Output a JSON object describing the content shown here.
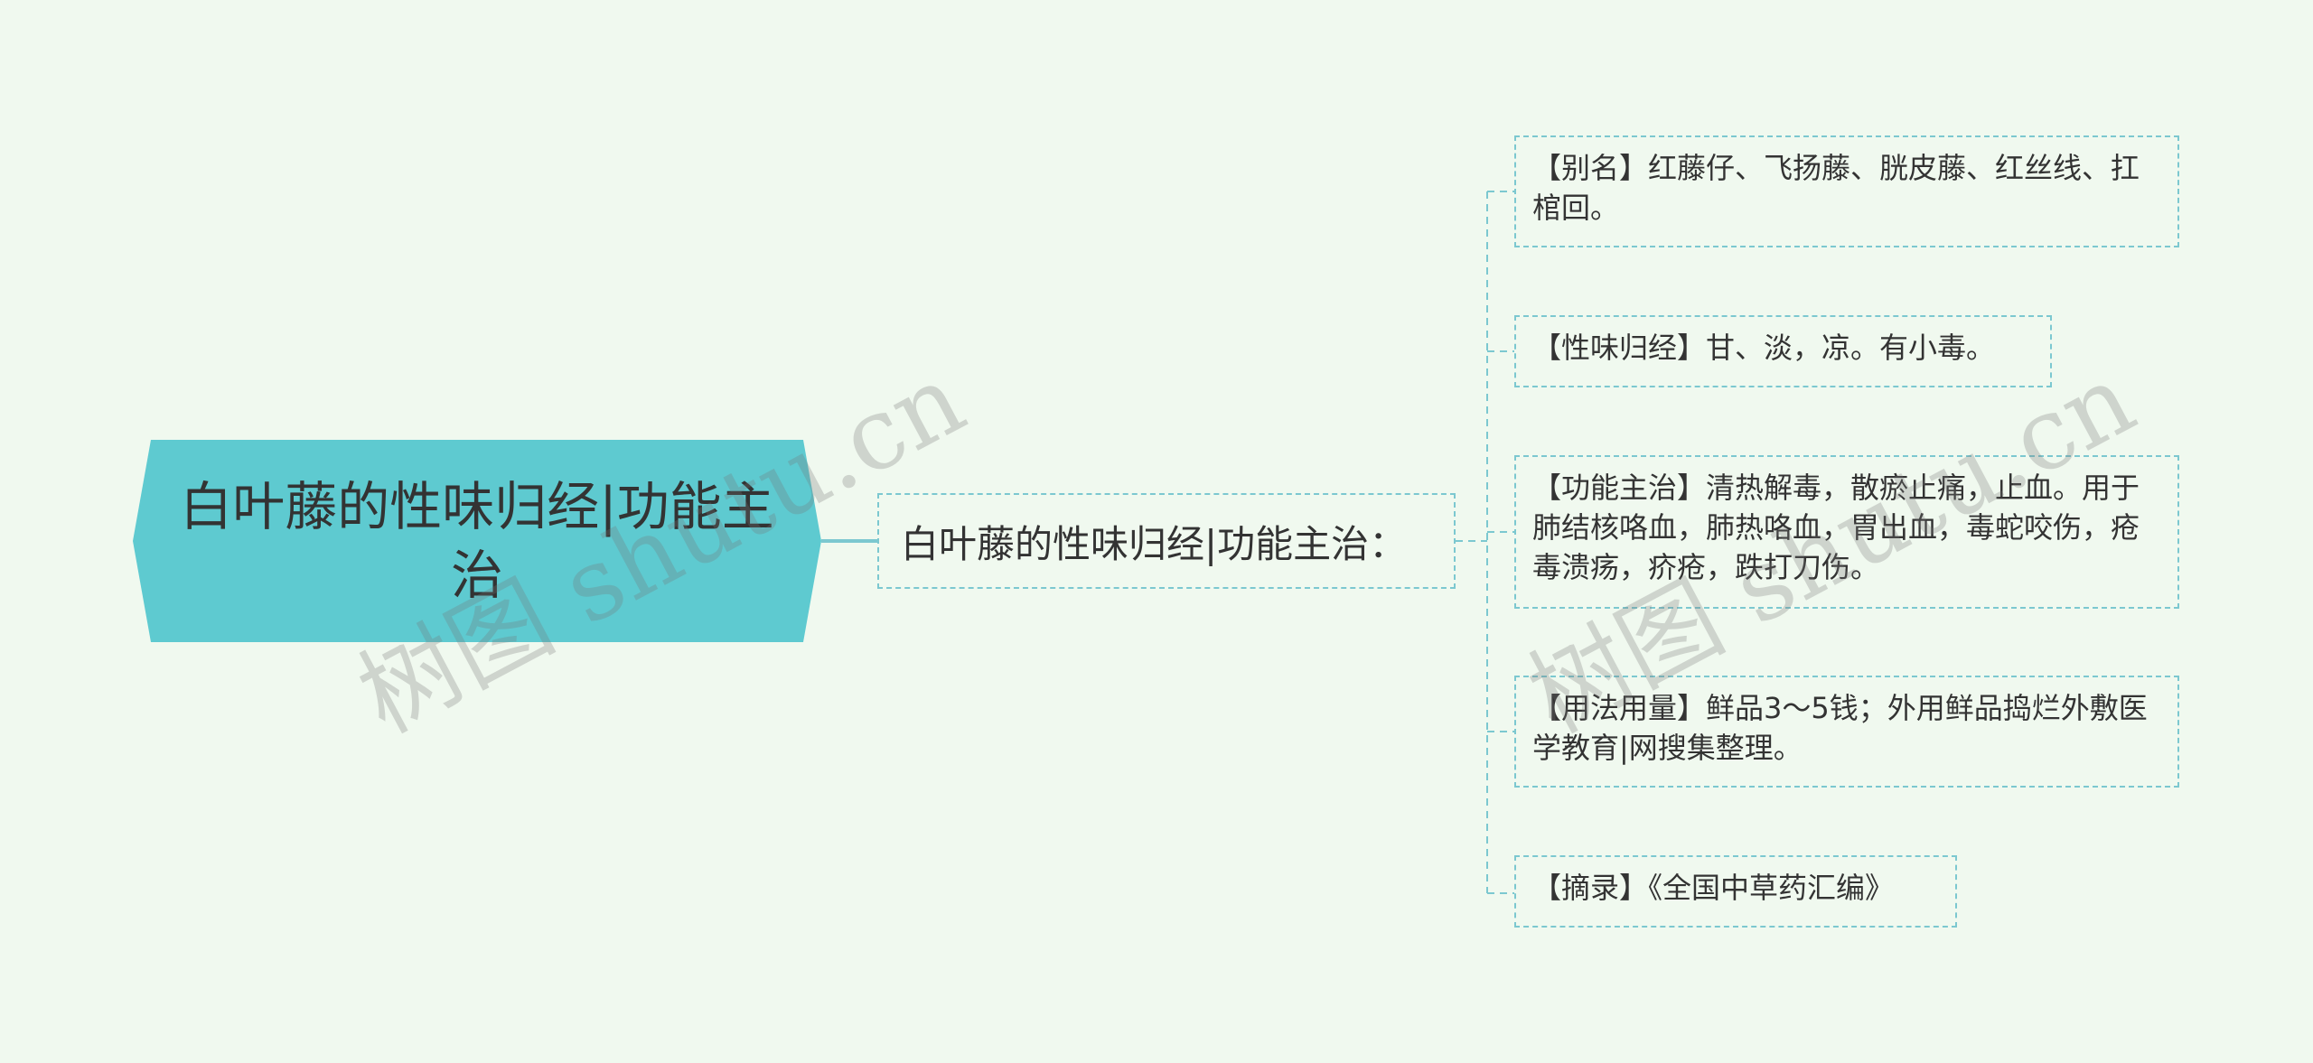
{
  "root": {
    "title": "白叶藤的性味归经|功能主治",
    "fill_color": "#5ecad0",
    "line_color": "#7cc8d0"
  },
  "branch": {
    "label": "白叶藤的性味归经|功能主治："
  },
  "leaves": [
    {
      "text": "【别名】红藤仔、飞扬藤、胱皮藤、红丝线、扛棺回。"
    },
    {
      "text": "【性味归经】甘、淡，凉。有小毒。"
    },
    {
      "text": "【功能主治】清热解毒，散瘀止痛，止血。用于肺结核咯血，肺热咯血，胃出血，毒蛇咬伤，疮毒溃疡，疥疮，跌打刀伤。"
    },
    {
      "text": "【用法用量】鲜品3～5钱；外用鲜品捣烂外敷医学教育|网搜集整理。"
    },
    {
      "text": "【摘录】《全国中草药汇编》"
    }
  ],
  "watermarks": [
    "树图 shutu.cn",
    "树图 shutu.cn"
  ]
}
